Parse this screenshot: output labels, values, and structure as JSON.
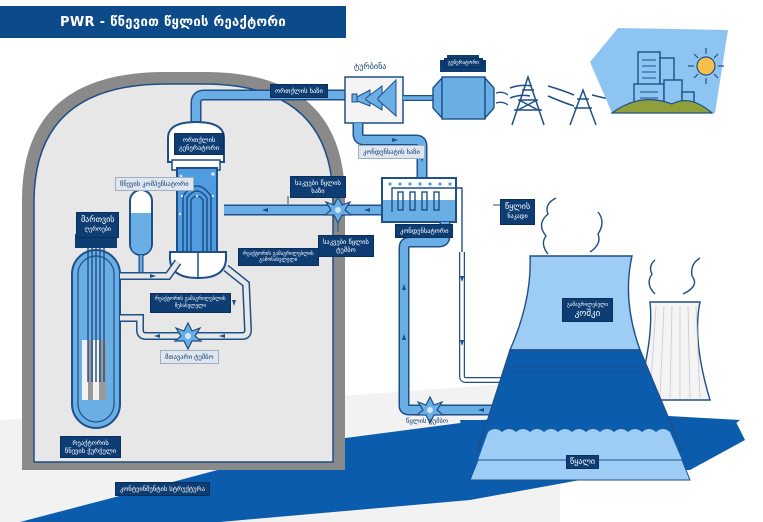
{
  "title": "PWR - წნევით წყლის რეაქტორი",
  "colors": {
    "title_bg": "#0d4a8a",
    "label_bg": "#0d3d73",
    "pipe_fill": "#6aaee6",
    "pipe_stroke": "#1e4f86",
    "containment_fill": "#e6e6e6",
    "containment_wall": "#8a8a8a",
    "tower_light": "#9dccf5",
    "tower_dark": "#0b5cad",
    "ground_blue": "#0b5cad",
    "sky_blue": "#8ec4f2",
    "sun": "#f7c04a",
    "hill": "#8fa03a"
  },
  "labels": {
    "turbine": "ტურბინა",
    "generator": "გენერატორი",
    "steam_line": "ორთქლის ხაზი",
    "condensate_line": "კონდენსატის ხაზი",
    "steam_generator": [
      "ორთქლის",
      "გენერატორი"
    ],
    "pressurizer": "წნევის კომპენსატორი",
    "control_rods": [
      "მართვის",
      "ღეროები"
    ],
    "feedwater_line": [
      "საკვები წყლის",
      "ხაზი"
    ],
    "feedwater_pump": [
      "საკვები წყლის",
      "ტუმბო"
    ],
    "condenser": "კონდენსატორი",
    "cooling_water": [
      "წყლის",
      "ნაკადი"
    ],
    "coolant_outlet": [
      "რეაქტორის გამაგრილებლის",
      "გამოსასვლელი"
    ],
    "coolant_inlet": [
      "რეაქტორის გამაგრილებლის",
      "შესასვლელი"
    ],
    "main_pump": "მთავარი ტუმბო",
    "pressure_vessel": [
      "რეაქტორის",
      "წნევის ჭურჭელი"
    ],
    "containment": "კონტეინმენტის სტრუქტურა",
    "cooling_tower": [
      "გამაგრილებელი",
      "კოშკი"
    ],
    "water": "წყალი",
    "water_pump": "წყლის ტუმბო"
  }
}
